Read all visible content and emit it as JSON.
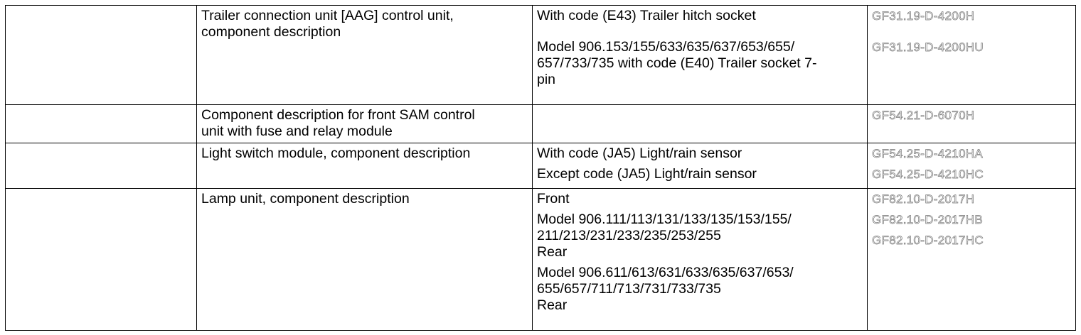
{
  "rows": [
    {
      "description": [
        "Trailer connection unit [AAG] control unit,",
        "component description"
      ],
      "entries": [
        {
          "lines": [
            "With code (E43) Trailer hitch socket"
          ],
          "code": "GF31.19-D-4200H"
        },
        {
          "lines": [
            "Model 906.153/155/633/635/637/653/655/",
            "657/733/735 with code (E40) Trailer socket 7-",
            "pin"
          ],
          "code": "GF31.19-D-4200HU"
        }
      ]
    },
    {
      "description": [
        "Component description for front SAM control",
        "unit with fuse and relay module"
      ],
      "entries": [
        {
          "lines": [
            ""
          ],
          "code": "GF54.21-D-6070H"
        }
      ]
    },
    {
      "description": [
        "Light switch module, component description"
      ],
      "entries": [
        {
          "lines": [
            "With code (JA5) Light/rain sensor"
          ],
          "code": "GF54.25-D-4210HA"
        },
        {
          "lines": [
            "Except code (JA5) Light/rain sensor"
          ],
          "code": "GF54.25-D-4210HC"
        }
      ]
    },
    {
      "description": [
        "Lamp unit, component description"
      ],
      "entries": [
        {
          "lines": [
            "Front"
          ],
          "code": "GF82.10-D-2017H"
        },
        {
          "lines": [
            "Model 906.111/113/131/133/135/153/155/",
            "211/213/231/233/235/253/255",
            "Rear"
          ],
          "code": "GF82.10-D-2017HB"
        },
        {
          "lines": [
            "Model 906.611/613/631/633/635/637/653/",
            "655/657/711/713/731/733/735",
            "Rear"
          ],
          "code": "GF82.10-D-2017HC"
        }
      ]
    }
  ]
}
